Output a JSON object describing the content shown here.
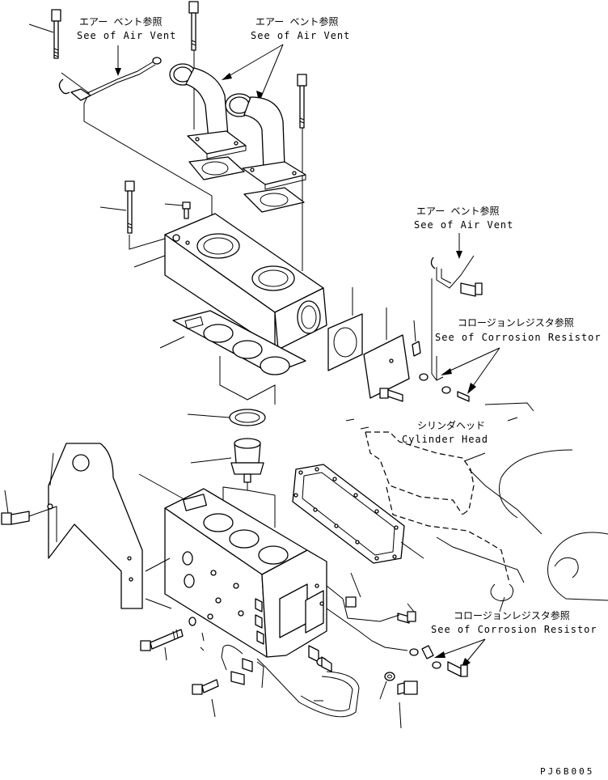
{
  "callouts": [
    {
      "jp": "エアー ベント参照",
      "en": "See of Air Vent"
    },
    {
      "jp": "エアー ベント参照",
      "en": "See of Air Vent"
    },
    {
      "jp": "エアー ベント参照",
      "en": "See of Air Vent"
    },
    {
      "jp": "コロージョンレジスタ参照",
      "en": "See of Corrosion Resistor"
    },
    {
      "jp": "シリンダヘッド",
      "en": "Cylinder Head"
    },
    {
      "jp": "コロージョンレジスタ参照",
      "en": "See of Corrosion Resistor"
    }
  ],
  "drawing_code": "PJ6B005"
}
